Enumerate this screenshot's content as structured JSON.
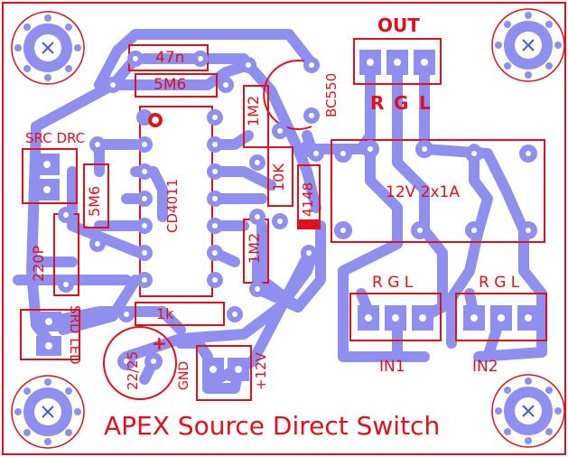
{
  "colors": {
    "trace": "#8f8ff0",
    "silk": "#e0101c",
    "board_edge": "#e0101c",
    "background": "#ffffff",
    "hole": "#ffffff",
    "mount_hole_cross": "#4a59d8"
  },
  "labels": {
    "out": "OUT",
    "out_r": "R",
    "out_g": "G",
    "out_l": "L",
    "bc550": "BC550",
    "cap_47n": "47n",
    "res_5m6_top": "5M6",
    "res_1m2_top": "1M2",
    "res_10k": "10K",
    "diode_4148": "4148",
    "relay": "12V 2x1A",
    "src_drc": "SRC DRC",
    "res_5m6_left": "5M6",
    "ic": "CD4011",
    "cap_220p": "220P",
    "res_1m2_bottom": "1M2",
    "in1_rgl": "R G L",
    "in2_rgl": "R G L",
    "in1": "IN1",
    "in2": "IN2",
    "srd_led": "SRD LED",
    "res_1k": "1k",
    "cap_22_25": "22/25",
    "cap_plus": "+",
    "gnd": "GND",
    "plus12v": "+12V",
    "title": "APEX Source Direct Switch"
  },
  "icons": {
    "mount_hole": "mounting-hole-icon",
    "pad": "solder-pad-icon"
  }
}
